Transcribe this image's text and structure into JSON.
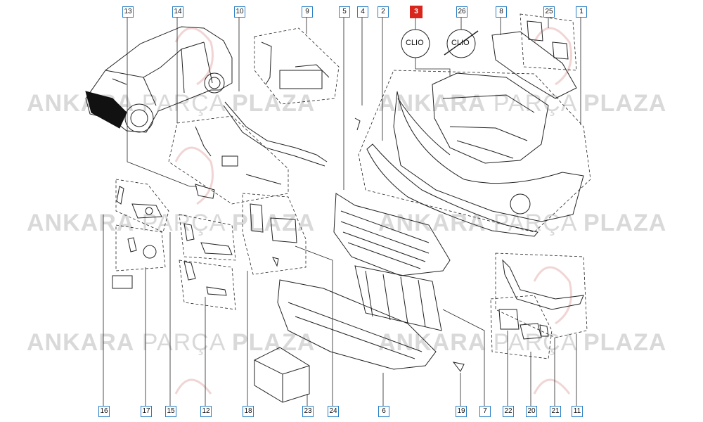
{
  "watermark": {
    "brand_left": "ANKARA",
    "brand_mid": "PARÇA",
    "brand_right": "PLAZA",
    "rows": [
      {
        "row": "top-left"
      },
      {
        "row": "top-right"
      },
      {
        "row": "middle-left"
      },
      {
        "row": "middle-right"
      },
      {
        "row": "bottom-left"
      },
      {
        "row": "bottom-right"
      }
    ]
  },
  "callouts": {
    "top": [
      "13",
      "14",
      "10",
      "9",
      "5",
      "4",
      "2",
      "3",
      "26",
      "8",
      "25",
      "1"
    ],
    "bottom": [
      "16",
      "17",
      "15",
      "12",
      "18",
      "23",
      "24",
      "6",
      "19",
      "7",
      "22",
      "20",
      "21",
      "11"
    ],
    "selected": "3"
  },
  "badges": {
    "clio_label": "CLIO",
    "clio_crossed_label": "CLIO"
  },
  "colors": {
    "callout_border": "#2a7fc4",
    "selected_callout": "#d9261c",
    "watermark": "#d9d9d9",
    "line_art": "#222222"
  }
}
